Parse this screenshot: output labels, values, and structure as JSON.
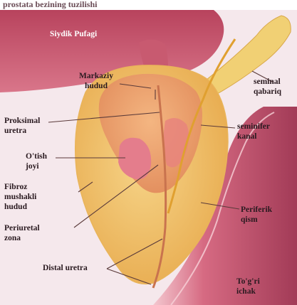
{
  "header_fragment": "prostata bezining tuzilishi",
  "labels": {
    "bladder": "Siydik Pufagi",
    "central_zone": [
      "Markaziy",
      "hudud"
    ],
    "seminal_vesicle": [
      "seminal",
      "qabariq"
    ],
    "proximal_urethra": [
      "Proksimal",
      "uretra"
    ],
    "ejaculatory_duct": [
      "seminifer",
      "kanal"
    ],
    "transition_zone": [
      "O'tish",
      "joyi"
    ],
    "fibromuscular_zone": [
      "Fibroz",
      "mushakli",
      "hudud"
    ],
    "periurethral_zone": [
      "Periuretal",
      "zona"
    ],
    "peripheral_zone": [
      "Periferik",
      "qism"
    ],
    "distal_urethra": "Distal uretra",
    "rectum": [
      "To'g'ri",
      "ichak"
    ]
  },
  "colors": {
    "bladder": "#c9566e",
    "prostate_outer": "#f2c064",
    "central_zone": "#ec9a6a",
    "transition_zone": "#e0788a",
    "rectum": "#d35c78",
    "seminal_vesicle": "#f4d57a",
    "leader_line": "#5a3a3a"
  }
}
